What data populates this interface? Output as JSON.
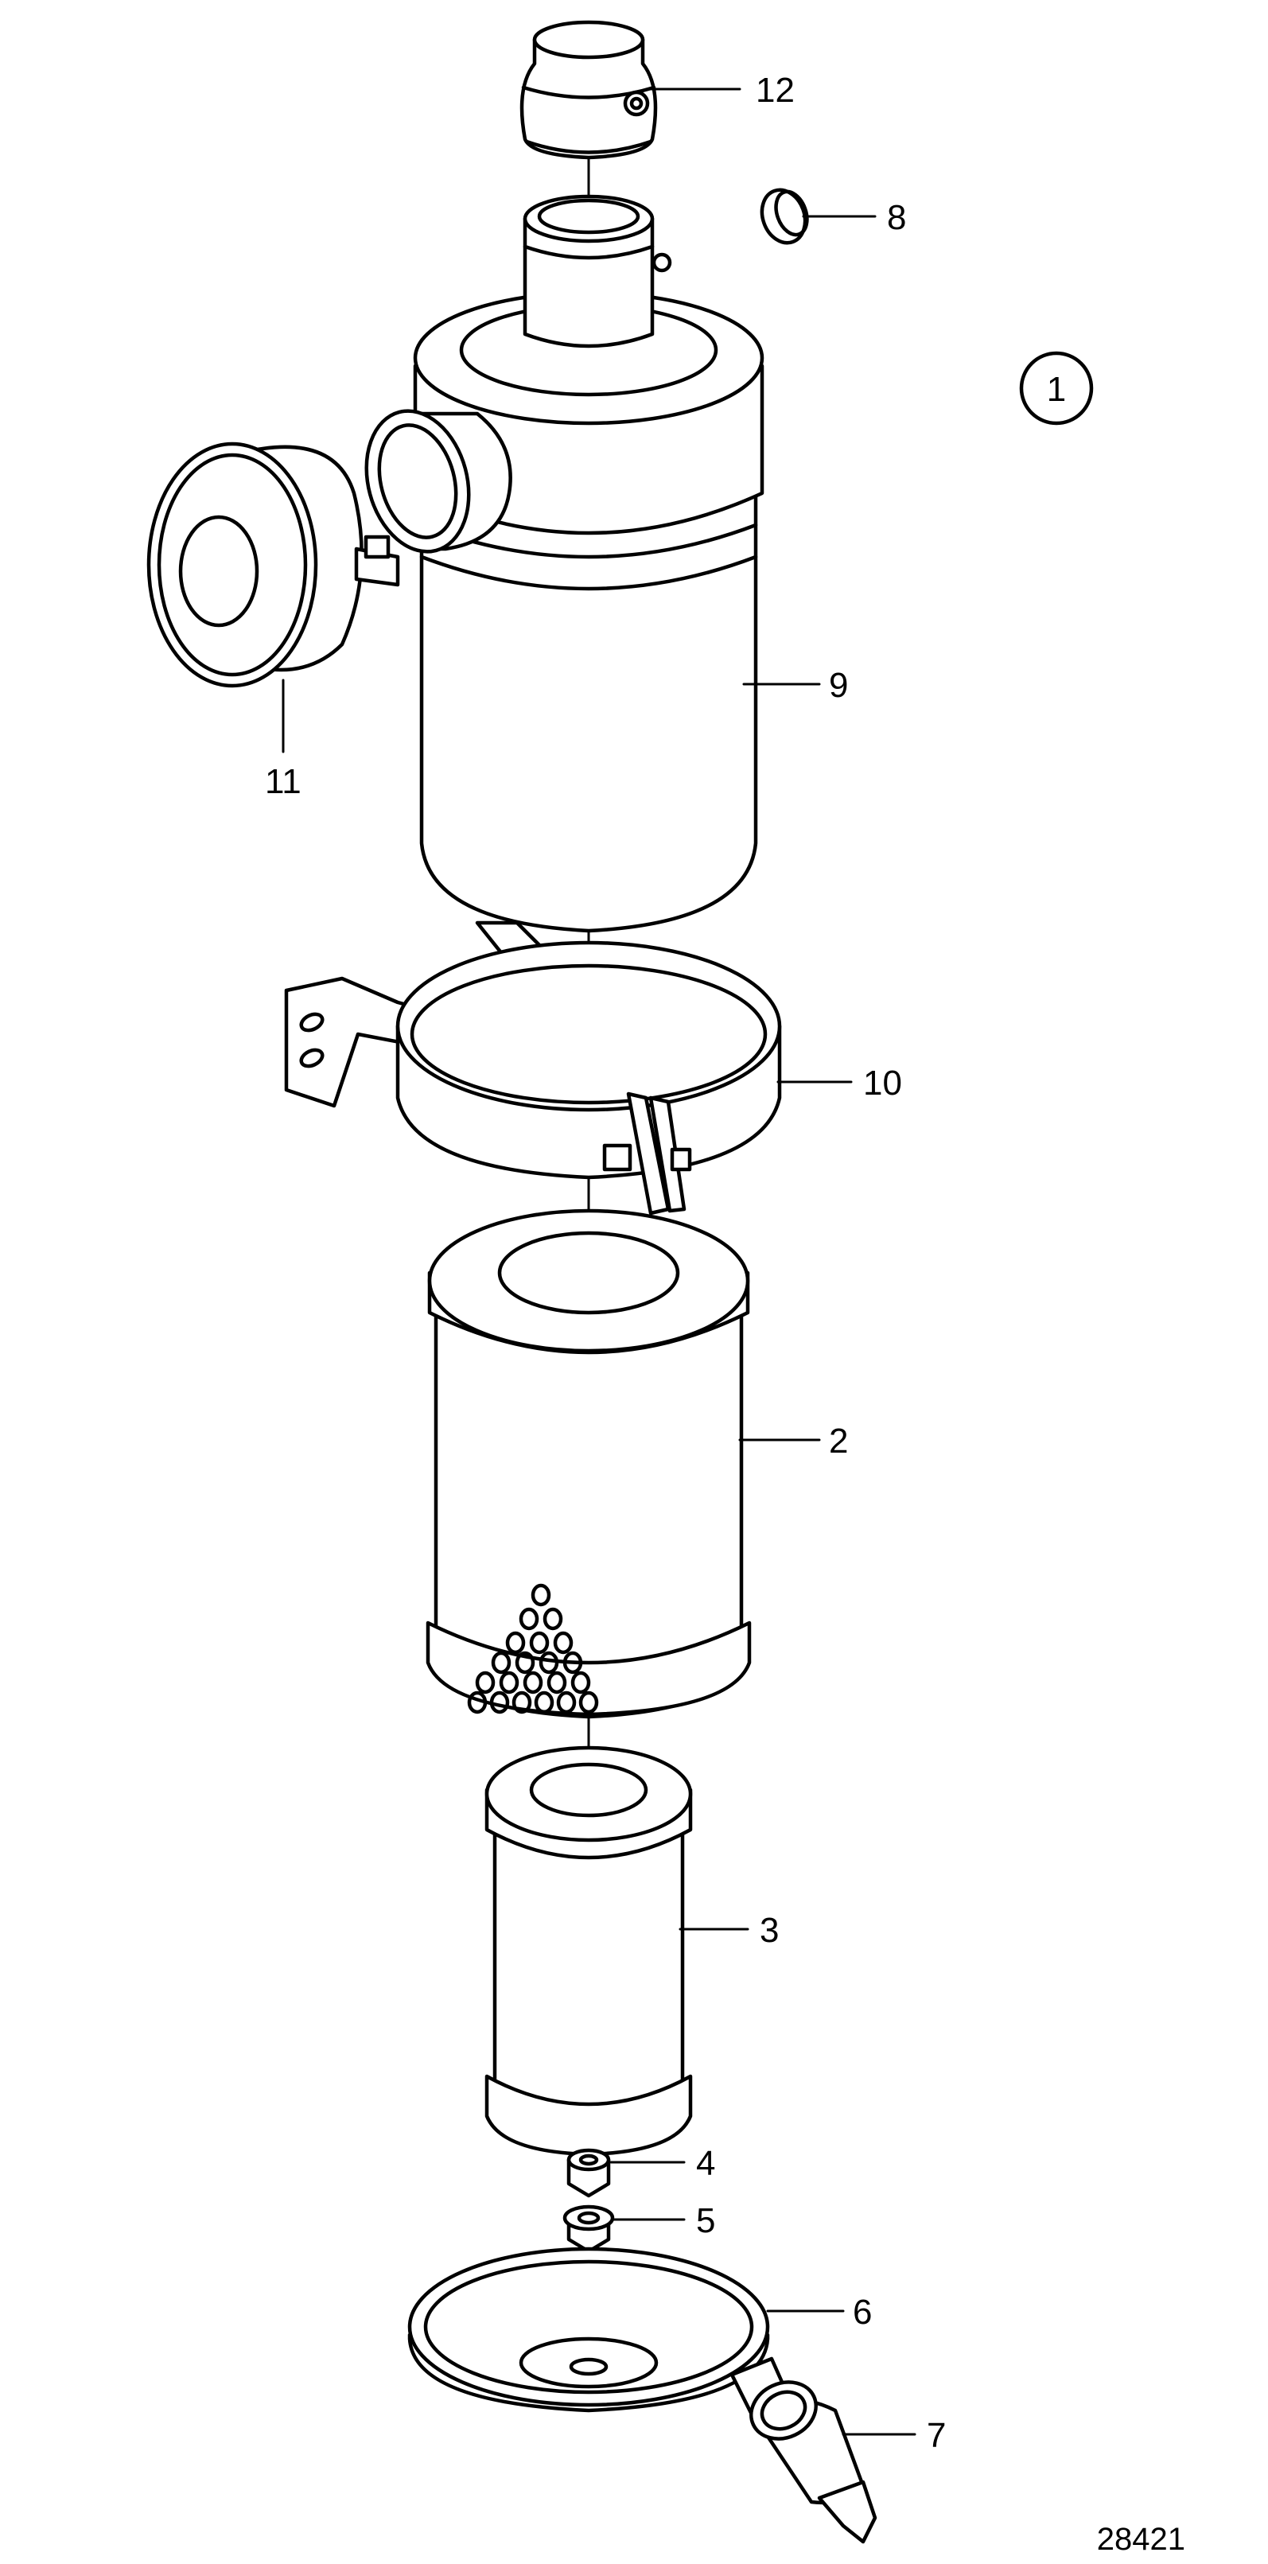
{
  "callouts": [
    {
      "id": "12",
      "text": "12"
    },
    {
      "id": "8",
      "text": "8"
    },
    {
      "id": "9",
      "text": "9"
    },
    {
      "id": "11",
      "text": "11"
    },
    {
      "id": "10",
      "text": "10"
    },
    {
      "id": "2",
      "text": "2"
    },
    {
      "id": "3",
      "text": "3"
    },
    {
      "id": "4",
      "text": "4"
    },
    {
      "id": "5",
      "text": "5"
    },
    {
      "id": "6",
      "text": "6"
    },
    {
      "id": "7",
      "text": "7"
    }
  ],
  "group_marker": "1",
  "drawing_number": "28421"
}
